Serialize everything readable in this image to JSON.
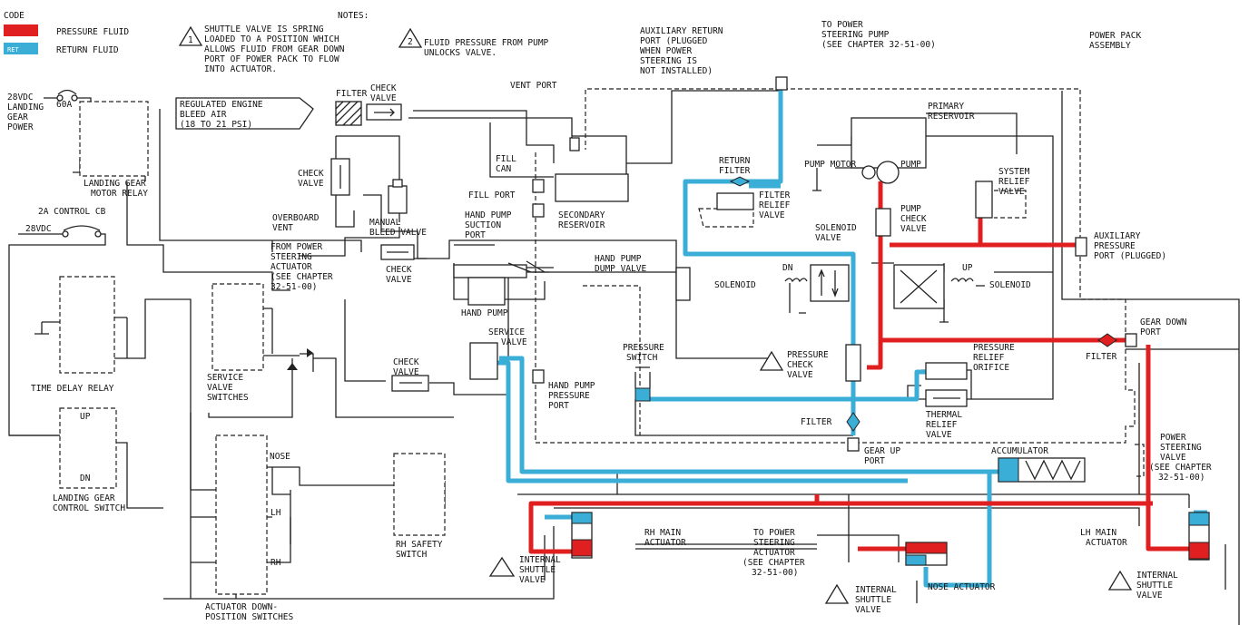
{
  "colors": {
    "pressure": "#e02020",
    "return": "#3aaed6",
    "line": "#222222"
  },
  "legend": {
    "code_header": "CODE",
    "pressure_label": "PRESSURE FLUID",
    "return_label": "RETURN FLUID",
    "return_swatch_text": "RET"
  },
  "notes": {
    "header": "NOTES:",
    "note1_number": "1",
    "note1_lines": [
      "SHUTTLE VALVE IS SPRING",
      "LOADED TO A POSITION WHICH",
      "ALLOWS FLUID FROM GEAR DOWN",
      "PORT OF POWER PACK TO FLOW",
      "INTO ACTUATOR."
    ],
    "note2_number": "2",
    "note2_lines": [
      "FLUID PRESSURE FROM PUMP",
      "UNLOCKS VALVE."
    ]
  },
  "electrical": {
    "ldg_power": [
      "28VDC",
      "LANDING",
      "GEAR",
      "POWER"
    ],
    "breaker_60a": "60A",
    "motor_relay": [
      "LANDING GEAR",
      "MOTOR RELAY"
    ],
    "control_cb": "2A CONTROL CB",
    "vdc28": "28VDC",
    "time_delay": "TIME DELAY RELAY",
    "service_switches": [
      "SERVICE",
      "VALVE",
      "SWITCHES"
    ],
    "up": "UP",
    "dn": "DN",
    "control_switch": [
      "LANDING GEAR",
      "CONTROL SWITCH"
    ],
    "nose": "NOSE",
    "lh": "LH",
    "rh": "RH",
    "down_switches": [
      "ACTUATOR DOWN-",
      "POSITION SWITCHES"
    ],
    "rh_safety": [
      "RH SAFETY",
      "SWITCH"
    ]
  },
  "hydraulics": {
    "bleed_air": [
      "REGULATED ENGINE",
      "BLEED AIR",
      "(18 TO 21 PSI)"
    ],
    "filter": "FILTER",
    "check_valve": [
      "CHECK",
      "VALVE"
    ],
    "vent_port": "VENT PORT",
    "fill_can": [
      "FILL",
      "CAN"
    ],
    "fill_port": "FILL PORT",
    "overboard_vent": [
      "OVERBOARD",
      "VENT"
    ],
    "manual_bleed": [
      "MANUAL",
      "BLEED VALVE"
    ],
    "from_power_steering": [
      "FROM POWER",
      "STEERING",
      "ACTUATOR",
      "(SEE CHAPTER",
      "32-51-00)"
    ],
    "hand_pump_suction": [
      "HAND PUMP",
      "SUCTION",
      "PORT"
    ],
    "secondary_reservoir": [
      "SECONDARY",
      "RESERVOIR"
    ],
    "hand_pump": "HAND PUMP",
    "hand_pump_dump": [
      "HAND PUMP",
      "DUMP VALVE"
    ],
    "service_valve": [
      "SERVICE",
      "VALVE"
    ],
    "hand_pump_pressure": [
      "HAND PUMP",
      "PRESSURE",
      "PORT"
    ],
    "pressure_switch": [
      "PRESSURE",
      "SWITCH"
    ],
    "aux_return": [
      "AUXILIARY RETURN",
      "PORT (PLUGGED",
      "WHEN POWER",
      "STEERING IS",
      "NOT INSTALLED)"
    ],
    "to_ps_pump": [
      "TO POWER",
      "STEERING PUMP",
      "(SEE CHAPTER 32-51-00)"
    ],
    "power_pack": [
      "POWER PACK",
      "ASSEMBLY"
    ],
    "primary_reservoir": [
      "PRIMARY",
      "RESERVOIR"
    ],
    "return_filter": [
      "RETURN",
      "FILTER"
    ],
    "filter_relief": [
      "FILTER",
      "RELIEF",
      "VALVE"
    ],
    "pump_motor": "PUMP MOTOR",
    "pump": "PUMP",
    "pump_check": [
      "PUMP",
      "CHECK",
      "VALVE"
    ],
    "system_relief": [
      "SYSTEM",
      "RELIEF",
      "VALVE"
    ],
    "aux_pressure": [
      "AUXILIARY",
      "PRESSURE",
      "PORT (PLUGGED)"
    ],
    "solenoid_valve": [
      "SOLENOID",
      "VALVE"
    ],
    "dn": "DN",
    "up": "UP",
    "solenoid": "SOLENOID",
    "gear_down_port": [
      "GEAR DOWN",
      "PORT"
    ],
    "pressure_check": [
      "PRESSURE",
      "CHECK",
      "VALVE"
    ],
    "pressure_relief_orifice": [
      "PRESSURE",
      "RELIEF",
      "ORIFICE"
    ],
    "thermal_relief": [
      "THERMAL",
      "RELIEF",
      "VALVE"
    ],
    "gear_up_port": [
      "GEAR UP",
      "PORT"
    ],
    "accumulator": "ACCUMULATOR",
    "power_steering_valve": [
      "POWER",
      "STEERING",
      "VALVE",
      "(SEE CHAPTER",
      "32-51-00)"
    ],
    "rh_main": [
      "RH MAIN",
      "ACTUATOR"
    ],
    "lh_main": [
      "LH MAIN",
      "ACTUATOR"
    ],
    "internal_shuttle": [
      "INTERNAL",
      "SHUTTLE",
      "VALVE"
    ],
    "to_ps_actuator": [
      "TO POWER",
      "STEERING",
      "ACTUATOR",
      "(SEE CHAPTER",
      "32-51-00)"
    ],
    "nose_actuator": "NOSE ACTUATOR"
  }
}
